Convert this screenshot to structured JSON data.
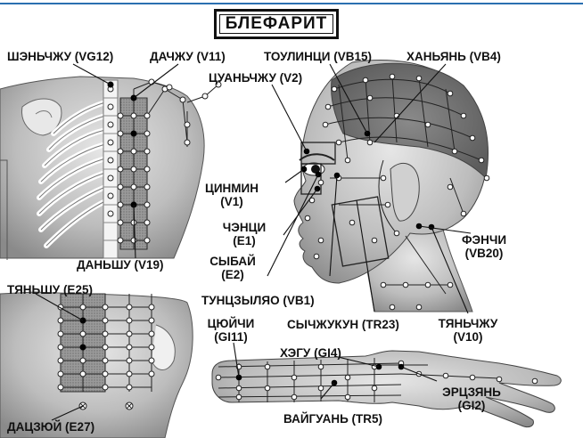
{
  "title": "БЛЕФАРИТ",
  "points": {
    "shenzhu": "ШЭНЬЧЖУ (VG12)",
    "dazhu": "ДАЧЖУ (V11)",
    "toulinqi": "ТОУЛИНЦИ (VB15)",
    "hanyan": "ХАНЬЯНЬ (VB4)",
    "cuanzhu": "ЦУАНЬЧЖУ (V2)",
    "jingming_1": "ЦИНМИН",
    "jingming_2": "(V1)",
    "chengqi_1": "ЧЭНЦИ",
    "chengqi_2": "(E1)",
    "sibai_1": "СЫБАЙ",
    "sibai_2": "(E2)",
    "danshu": "ДАНЬШУ (V19)",
    "tianshu": "ТЯНЬШУ (E25)",
    "tongziliao": "ТУНЦЗЫЛЯО (VB1)",
    "sizhukong": "СЫЧЖУКУН (TR23)",
    "fengchi_1": "ФЭНЧИ",
    "fengchi_2": "(VB20)",
    "tianzhu_1": "ТЯНЬЧЖУ",
    "tianzhu_2": "(V10)",
    "quchi_1": "ЦЮЙЧИ",
    "quchi_2": "(GI11)",
    "hegu": "ХЭГУ (GI4)",
    "erjian_1": "ЭРЦЗЯНЬ",
    "erjian_2": "(GI2)",
    "waiguan": "ВАЙГУАНЬ (TR5)",
    "dazhui": "ДАЦЗЮЙ (E27)"
  }
}
